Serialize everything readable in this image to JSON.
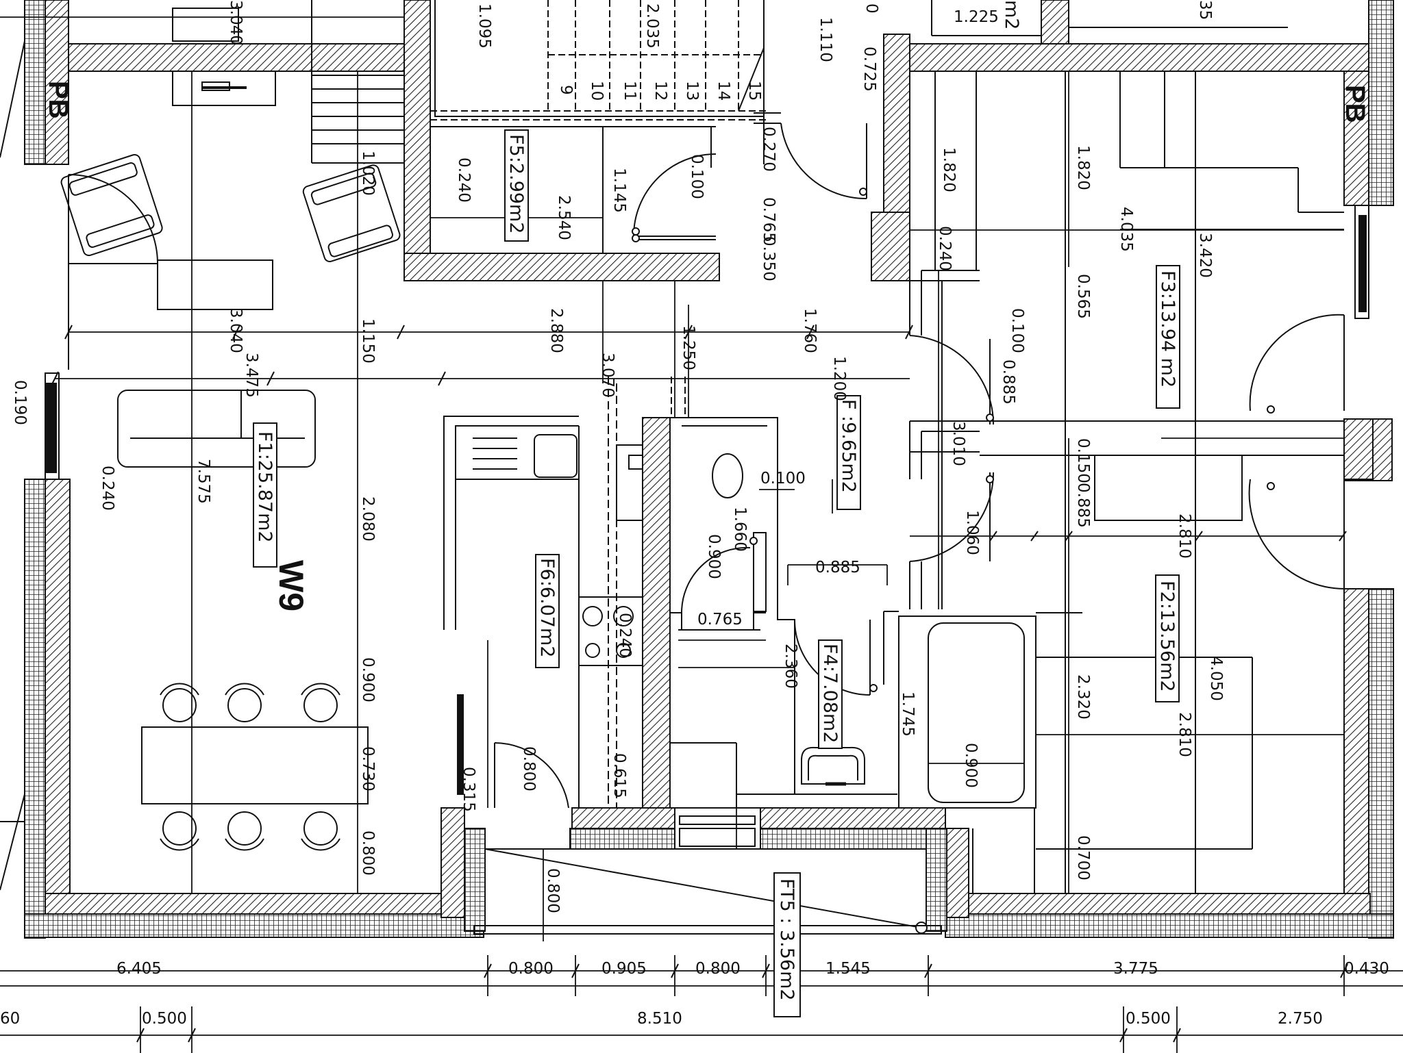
{
  "rooms": {
    "f1": "F1:25.87m2",
    "f2": "F2:13.56m2",
    "f3": "F3:13.94 m2",
    "f4": "F4:7.08m2",
    "f5": "F5:2.99m2",
    "f6": "F6:6.07m2",
    "f_hall": "F :9.65m2",
    "ft5": "FT5 : 3.56m2",
    "top_partial": "m2"
  },
  "marks": {
    "w9": "W9",
    "pb_left": "PB",
    "pb_right": "PB"
  },
  "stairs": {
    "steps": [
      "9",
      "10",
      "11",
      "12",
      "13",
      "14",
      "15"
    ]
  },
  "dims": {
    "top_1095": "1.095",
    "top_2035": "2.035",
    "top_1110": "1.110",
    "top_1225": "1.225",
    "top_3040": "3.040",
    "top_0": "0",
    "top_0725": "0.725",
    "top_35": "35",
    "d_0240_a": "0.240",
    "d_1020": "1.020",
    "d_2540": "2.540",
    "d_1145": "1.145",
    "d_0100_a": "0.100",
    "d_0270": "0.270",
    "d_0765_a": "0.765",
    "d_0350": "0.350",
    "d_1820_a": "1.820",
    "d_1820_b": "1.820",
    "d_0240_b": "0.240",
    "d_4035": "4.035",
    "d_3420": "3.420",
    "d_0565": "0.565",
    "d_3040": "3.040",
    "d_1150": "1.150",
    "d_2880": "2.880",
    "d_1250": "1.250",
    "d_1760": "1.760",
    "d_0100_b": "0.100",
    "d_0885_a": "0.885",
    "d_3475": "3.475",
    "d_3070": "3.070",
    "d_1200": "1.200",
    "d_0190": "0.190",
    "d_0240_c": "0.240",
    "d_7575": "7.575",
    "d_3010": "3.010",
    "d_0150": "0.150",
    "d_0885_b": "0.885",
    "d_2810_a": "2.810",
    "d_0100_c": "0.100",
    "d_1660": "1.660",
    "d_0900_a": "0.900",
    "d_0885_c": "0.885",
    "d_1060": "1.060",
    "d_2080": "2.080",
    "d_0765_b": "0.765",
    "d_0240_d": "0.240",
    "d_2360": "2.360",
    "d_1745": "1.745",
    "d_2320": "2.320",
    "d_4050": "4.050",
    "d_2810_b": "2.810",
    "d_0900_b": "0.900",
    "d_0730": "0.730",
    "d_0315": "0.315",
    "d_0800_a": "0.800",
    "d_0615": "0.615",
    "d_0900_c": "0.900",
    "d_0800_b": "0.800",
    "d_0800_c": "0.800",
    "d_0700": "0.700",
    "b_6405": "6.405",
    "b_0800_a": "0.800",
    "b_0905": "0.905",
    "b_0800_b": "0.800",
    "b_1545": "1.545",
    "b_3775": "3.775",
    "b_0430": "0.430",
    "b_60": "60",
    "b_0500_a": "0.500",
    "b_8510": "8.510",
    "b_0500_b": "0.500",
    "b_2750": "2.750"
  }
}
